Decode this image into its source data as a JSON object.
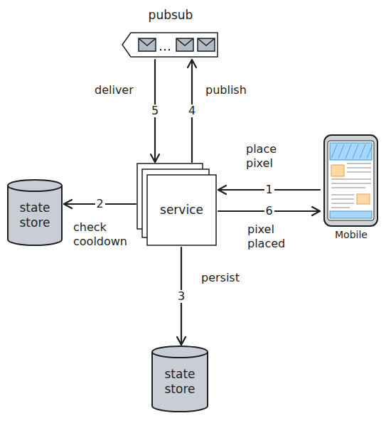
{
  "diagram": {
    "nodes": [
      {
        "text": [
          "pubsub"
        ]
      },
      {
        "text": [
          "state store"
        ]
      },
      {
        "text": [
          "service"
        ]
      },
      {
        "text": [
          "Mobile"
        ]
      },
      {
        "text": [
          "state store"
        ]
      }
    ],
    "edges": [
      {
        "from": 3,
        "to": 2,
        "label": "1",
        "arrow": "to"
      },
      {
        "from": 2,
        "to": 1,
        "label": "2",
        "arrow": "to"
      },
      {
        "from": 2,
        "to": 4,
        "label": "3",
        "arrow": "to"
      },
      {
        "from": 2,
        "to": 0,
        "label": "4",
        "arrow": "to"
      },
      {
        "from": 0,
        "to": 2,
        "label": "5",
        "arrow": "to"
      },
      {
        "from": 2,
        "to": 3,
        "label": "6",
        "arrow": "to"
      }
    ],
    "labels": [
      "place pixel",
      "check cooldown",
      "persist",
      "publish",
      "deliver",
      "pixel placed"
    ]
  }
}
